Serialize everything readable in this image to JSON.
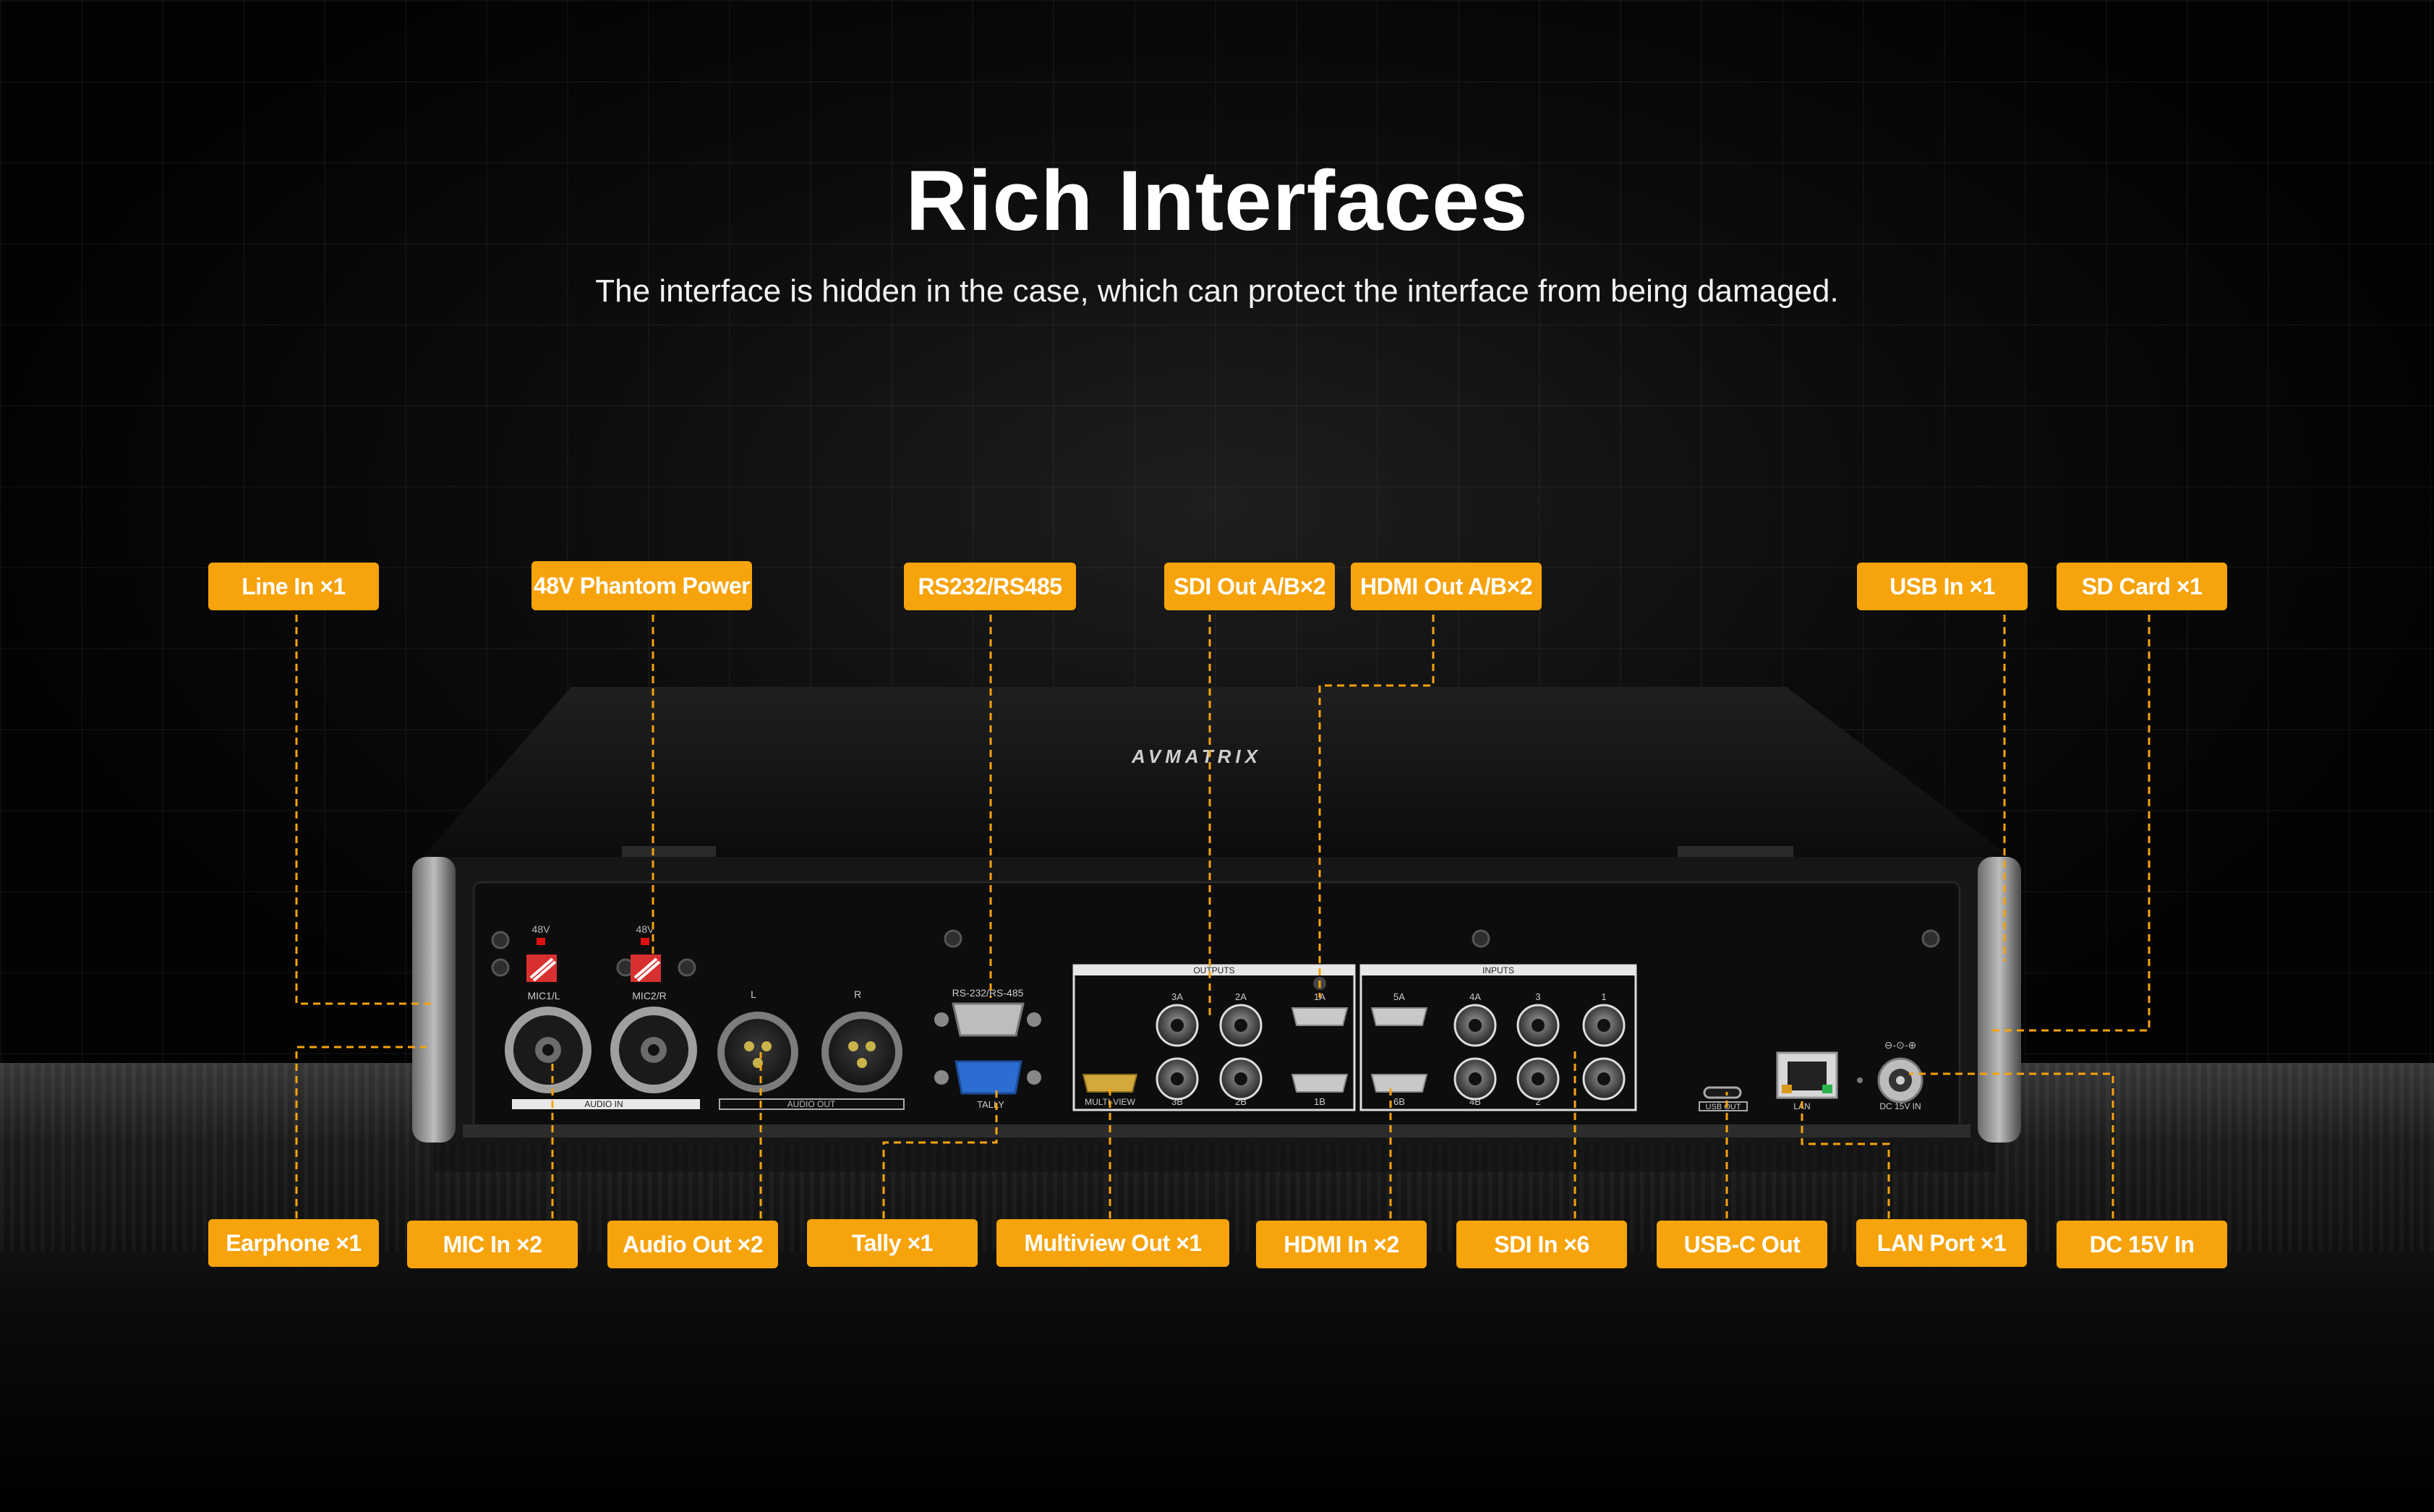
{
  "header": {
    "title": "Rich Interfaces",
    "subtitle": "The interface is hidden in the case, which can protect the interface from being damaged."
  },
  "colors": {
    "accent": "#f6a30c",
    "leader": "#f6a30c",
    "background": "#050505"
  },
  "callouts_top": [
    "Line In ×1",
    "48V Phantom Power",
    "RS232/RS485",
    "SDI Out A/B×2",
    "HDMI Out A/B×2",
    "USB In ×1",
    "SD Card ×1"
  ],
  "callouts_bottom": [
    "Earphone ×1",
    "MIC In ×2",
    "Audio Out ×2",
    "Tally ×1",
    "Multiview Out ×1",
    "HDMI In ×2",
    "SDI In ×6",
    "USB-C Out",
    "LAN Port ×1",
    "DC 15V In"
  ],
  "panel": {
    "brand": "AVMATRIX",
    "phantom_label": "48V",
    "mic1": "MIC1/L",
    "mic2": "MIC2/R",
    "audio_in": "AUDIO IN",
    "audio_out_l": "L",
    "audio_out_r": "R",
    "audio_out": "AUDIO OUT",
    "rs232": "RS-232/RS-485",
    "tally": "TALLY",
    "outputs": "OUTPUTS",
    "out_3a": "3A",
    "out_2a": "2A",
    "out_1a": "1A",
    "out_3b": "3B",
    "out_2b": "2B",
    "out_1b": "1B",
    "multiview": "MULTI-VIEW",
    "inputs": "INPUTS",
    "in_5a": "5A",
    "in_4a": "4A",
    "in_3": "3",
    "in_1": "1",
    "in_6b": "6B",
    "in_4b": "4B",
    "in_2": "2",
    "usb_out": "USB OUT",
    "lan": "LAN",
    "dc": "DC 15V IN"
  }
}
